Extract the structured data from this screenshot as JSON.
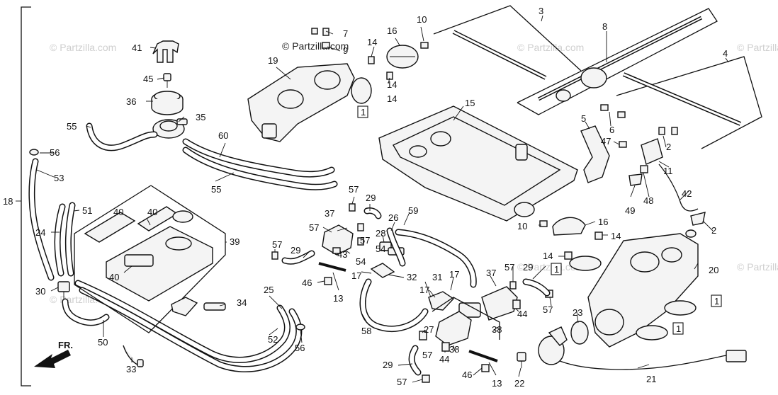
{
  "diagram": {
    "brand": "© Partzilla.com",
    "watermark": "© Partzilla.com",
    "front_indicator": "FR.",
    "callouts": {
      "n1": "1",
      "n2": "2",
      "n3": "3",
      "n4": "4",
      "n5": "5",
      "n6": "6",
      "n7": "7",
      "n8": "8",
      "n9": "9",
      "n10": "10",
      "n11": "11",
      "n13": "13",
      "n14": "14",
      "n15": "15",
      "n16": "16",
      "n17": "17",
      "n18": "18",
      "n19": "19",
      "n20": "20",
      "n21": "21",
      "n22": "22",
      "n23": "23",
      "n24": "24",
      "n25": "25",
      "n26": "26",
      "n27": "27",
      "n28": "28",
      "n29": "29",
      "n30": "30",
      "n31": "31",
      "n32": "32",
      "n33": "33",
      "n34": "34",
      "n35": "35",
      "n36": "36",
      "n37": "37",
      "n38": "38",
      "n39": "39",
      "n40": "40",
      "n41": "41",
      "n42": "42",
      "n43": "43",
      "n44": "44",
      "n45": "45",
      "n46": "46",
      "n47": "47",
      "n48": "48",
      "n49": "49",
      "n50": "50",
      "n51": "51",
      "n52": "52",
      "n53": "53",
      "n54": "54",
      "n55": "55",
      "n56": "56",
      "n57": "57",
      "n58": "58",
      "n59": "59",
      "n60": "60"
    }
  }
}
